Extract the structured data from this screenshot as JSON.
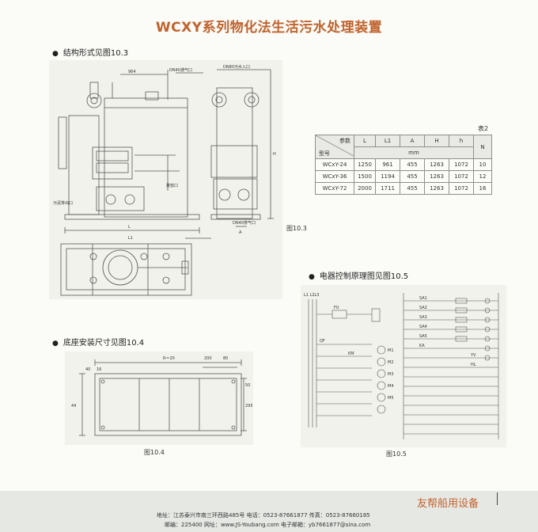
{
  "title": "WCXY系列物化法生活污水处理装置",
  "sections": {
    "structure": "结构形式见图10.3",
    "base": "底座安装尺寸见图10.4",
    "electrical": "电器控制原理图见图10.5"
  },
  "figures": {
    "fig103": "图10.3",
    "fig104": "图10.4",
    "fig105": "图10.5"
  },
  "drawing_labels": {
    "dim_964": "964",
    "outlet": "DN40通气口",
    "inlet": "DN80污水入口",
    "drain": "排放口",
    "overflow": "污泥排出口",
    "vent": "DN40排气口",
    "dim_L": "L",
    "dim_L1": "L1",
    "dim_A": "A",
    "dim_H": "H",
    "radius": "R＝20",
    "d200": "200",
    "d80": "80",
    "d40": "40",
    "d16": "16",
    "d50": "50",
    "d295": "295",
    "d44": "44"
  },
  "table": {
    "caption": "表2",
    "corner_top": "参数",
    "corner_bottom": "型号",
    "headers": [
      "L",
      "L1",
      "A",
      "H",
      "h",
      "N"
    ],
    "unit": "mm",
    "rows": [
      [
        "WCxY-24",
        "1250",
        "961",
        "455",
        "1263",
        "1072",
        "10"
      ],
      [
        "WCxY-36",
        "1500",
        "1194",
        "455",
        "1263",
        "1072",
        "12"
      ],
      [
        "WCxY-72",
        "2000",
        "1711",
        "455",
        "1263",
        "1072",
        "16"
      ]
    ]
  },
  "circuit_labels": {
    "supply": "L1 L2L3",
    "left": [
      "QF",
      "FU",
      "KM",
      "M1",
      "M2",
      "M3",
      "M4",
      "M5"
    ],
    "right": [
      "SA1",
      "SA2",
      "SA3",
      "SA4",
      "SA5",
      "KA",
      "YV",
      "HL"
    ]
  },
  "footer": {
    "address_line": "地址：江苏泰兴市南三环西路485号      电话：0523-87661877      传真：0523-87660185",
    "contact_line": "邮编：225400      网址：www.JS-Youbang.com      电子邮箱：yb7661877@sina.com",
    "brand": "友帮船用设备"
  }
}
